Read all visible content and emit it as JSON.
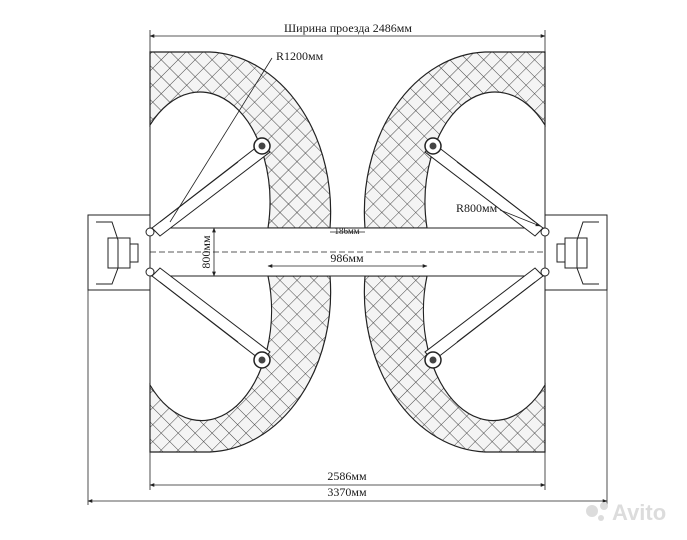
{
  "dimensions": {
    "drive_width": "Ширина проезда  2486мм",
    "radius_large": "R1200мм",
    "radius_small": "R800мм",
    "gap_small": "186мм",
    "column_height": "800мм",
    "arm_span": "986мм",
    "inner_width": "2586мм",
    "overall_width": "3370мм"
  },
  "watermark": {
    "text": "Avito"
  },
  "colors": {
    "line": "#222222",
    "hatch": "#333333",
    "watermark": "#d9d9d9"
  }
}
